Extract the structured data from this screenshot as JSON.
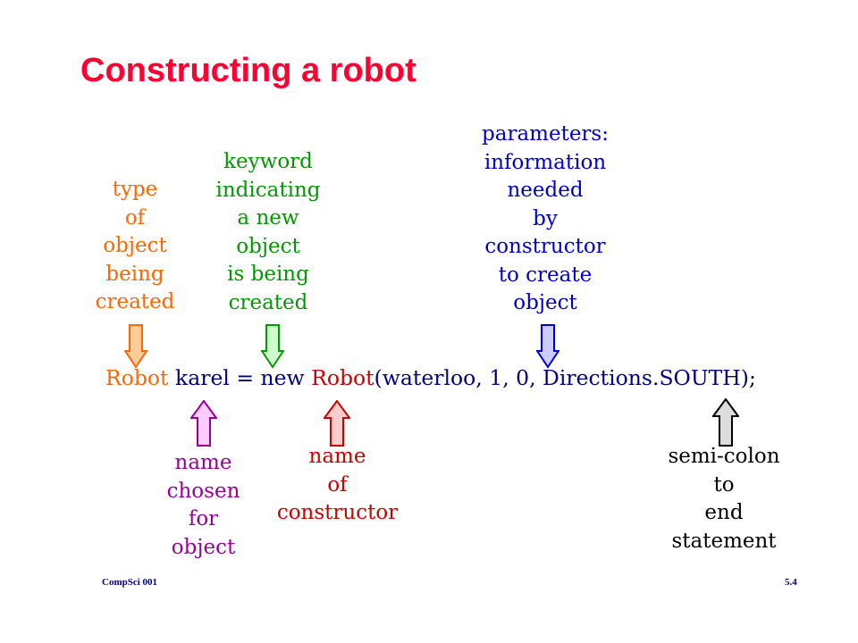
{
  "slide": {
    "title": "Constructing a robot",
    "footer_left": "CompSci 001",
    "footer_right": "5.4"
  },
  "code": {
    "type_name": "Robot",
    "variable": " karel = new ",
    "constructor_name": "Robot",
    "params": "(waterloo, 1, 0, Directions.SOUTH)",
    "semicolon": ";"
  },
  "annotations": {
    "type": {
      "lines": [
        "type",
        "of",
        "object",
        "being",
        "created"
      ],
      "color": "#ff6600"
    },
    "keyword": {
      "lines": [
        "keyword",
        "indicating",
        "a new",
        "object",
        "is being",
        "created"
      ],
      "color": "#009900"
    },
    "parameters": {
      "lines": [
        "parameters:",
        "information",
        "needed",
        "by",
        "constructor",
        "to create",
        "object"
      ],
      "color": "#0000cc"
    },
    "name": {
      "lines": [
        "name",
        "chosen",
        "for",
        "object"
      ],
      "color": "#990099"
    },
    "constructor": {
      "lines": [
        "name",
        "of",
        "constructor"
      ],
      "color": "#cc0000"
    },
    "semicolon": {
      "lines": [
        "semi-colon",
        "to",
        "end",
        "statement"
      ],
      "color": "#000000"
    }
  },
  "colors": {
    "title": "#ff0033",
    "code": "#000080",
    "type_arrow_fill": "#ffcc99",
    "keyword_arrow_fill": "#ccffcc",
    "parameters_arrow_fill": "#ccccff",
    "name_arrow_fill": "#ffccff",
    "constructor_arrow_fill": "#ffcccc",
    "semicolon_arrow_fill": "#dddddd"
  }
}
